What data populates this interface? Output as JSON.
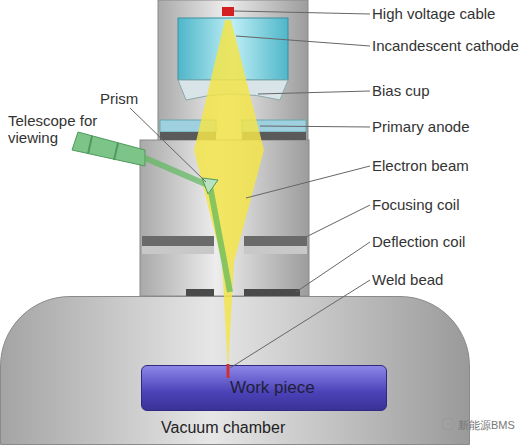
{
  "diagram": {
    "nodes": [
      {
        "text": [
          "Vacuum chamber"
        ]
      },
      {
        "text": [
          "Work piece"
        ],
        "in": 0
      }
    ],
    "labels": [
      "High voltage cable",
      "Incandescent cathode",
      "Bias cup",
      "Primary anode",
      "Electron beam",
      "Focusing coil",
      "Deflection coil",
      "Weld bead",
      "Prism",
      "Telescope for viewing",
      "新能源BMS"
    ]
  }
}
